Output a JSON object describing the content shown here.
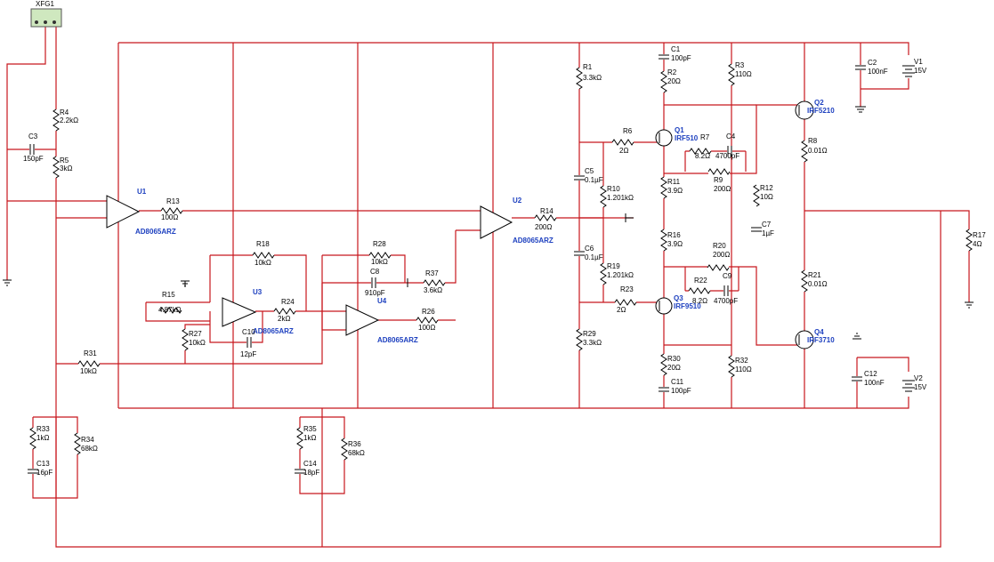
{
  "instrument": {
    "name": "XFG1"
  },
  "opamps": [
    {
      "ref": "U1",
      "part": "AD8065ARZ"
    },
    {
      "ref": "U2",
      "part": "AD8065ARZ"
    },
    {
      "ref": "U3",
      "part": "AD8065ARZ"
    },
    {
      "ref": "U4",
      "part": "AD8065ARZ"
    }
  ],
  "resistors": [
    {
      "ref": "R1",
      "value": "3.3kΩ"
    },
    {
      "ref": "R2",
      "value": "20Ω"
    },
    {
      "ref": "R3",
      "value": "110Ω"
    },
    {
      "ref": "R4",
      "value": "2.2kΩ"
    },
    {
      "ref": "R5",
      "value": "3kΩ"
    },
    {
      "ref": "R6",
      "value": "2Ω"
    },
    {
      "ref": "R7",
      "value": "8.2Ω"
    },
    {
      "ref": "R8",
      "value": "0.01Ω"
    },
    {
      "ref": "R9",
      "value": "200Ω"
    },
    {
      "ref": "R10",
      "value": "1.201kΩ"
    },
    {
      "ref": "R11",
      "value": "3.9Ω"
    },
    {
      "ref": "R12",
      "value": "10Ω"
    },
    {
      "ref": "R13",
      "value": "100Ω"
    },
    {
      "ref": "R14",
      "value": "200Ω"
    },
    {
      "ref": "R15",
      "value": "4.87kΩ"
    },
    {
      "ref": "R16",
      "value": "3.9Ω"
    },
    {
      "ref": "R17",
      "value": "4Ω"
    },
    {
      "ref": "R18",
      "value": "10kΩ"
    },
    {
      "ref": "R19",
      "value": "1.201kΩ"
    },
    {
      "ref": "R20",
      "value": "200Ω"
    },
    {
      "ref": "R21",
      "value": "0.01Ω"
    },
    {
      "ref": "R22",
      "value": "8.2Ω"
    },
    {
      "ref": "R23",
      "value": "2Ω"
    },
    {
      "ref": "R24",
      "value": "2kΩ"
    },
    {
      "ref": "R26",
      "value": "100Ω"
    },
    {
      "ref": "R27",
      "value": "10kΩ"
    },
    {
      "ref": "R28",
      "value": "10kΩ"
    },
    {
      "ref": "R29",
      "value": "3.3kΩ"
    },
    {
      "ref": "R30",
      "value": "20Ω"
    },
    {
      "ref": "R31",
      "value": "10kΩ"
    },
    {
      "ref": "R32",
      "value": "110Ω"
    },
    {
      "ref": "R33",
      "value": "1kΩ"
    },
    {
      "ref": "R34",
      "value": "68kΩ"
    },
    {
      "ref": "R35",
      "value": "1kΩ"
    },
    {
      "ref": "R36",
      "value": "68kΩ"
    },
    {
      "ref": "R37",
      "value": "3.6kΩ"
    }
  ],
  "capacitors": [
    {
      "ref": "C1",
      "value": "100pF"
    },
    {
      "ref": "C2",
      "value": "100nF"
    },
    {
      "ref": "C3",
      "value": "150pF"
    },
    {
      "ref": "C4",
      "value": "4700pF"
    },
    {
      "ref": "C5",
      "value": "0.1µF"
    },
    {
      "ref": "C6",
      "value": "0.1µF"
    },
    {
      "ref": "C7",
      "value": "1µF"
    },
    {
      "ref": "C8",
      "value": "910pF"
    },
    {
      "ref": "C9",
      "value": "4700pF"
    },
    {
      "ref": "C10",
      "value": "12pF"
    },
    {
      "ref": "C11",
      "value": "100pF"
    },
    {
      "ref": "C12",
      "value": "100nF"
    },
    {
      "ref": "C13",
      "value": "16pF"
    },
    {
      "ref": "C14",
      "value": "18pF"
    }
  ],
  "transistors": [
    {
      "ref": "Q1",
      "part": "IRF510"
    },
    {
      "ref": "Q2",
      "part": "IRF5210"
    },
    {
      "ref": "Q3",
      "part": "IRF9510"
    },
    {
      "ref": "Q4",
      "part": "IRF3710"
    }
  ],
  "sources": [
    {
      "ref": "V1",
      "value": "15V"
    },
    {
      "ref": "V2",
      "value": "15V"
    }
  ]
}
